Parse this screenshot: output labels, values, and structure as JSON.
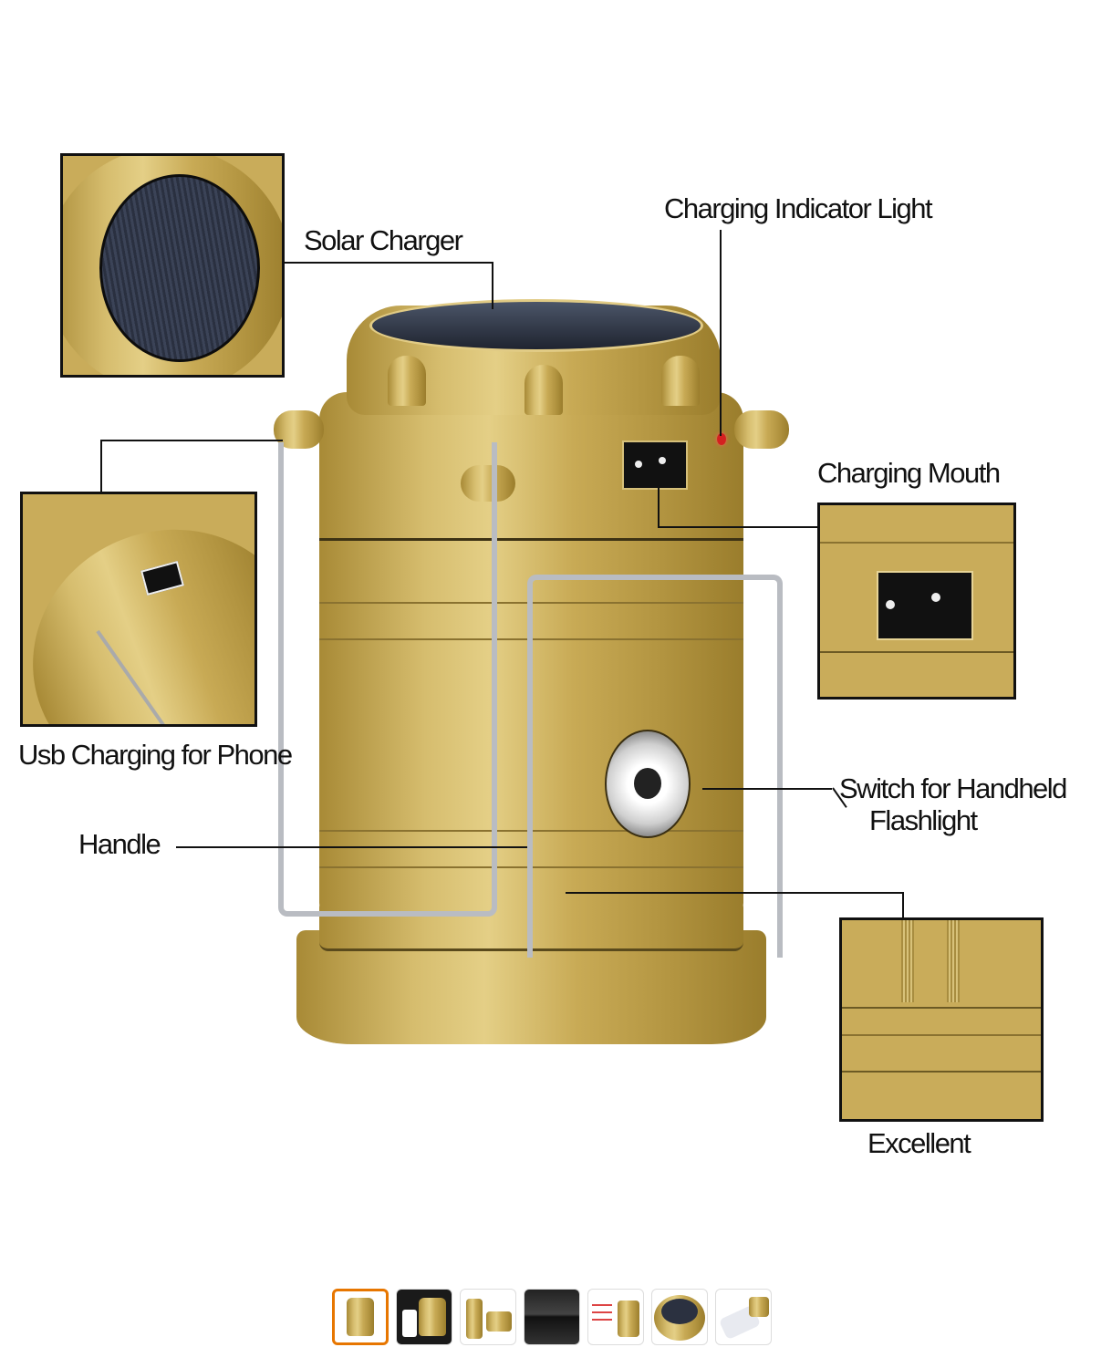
{
  "product": {
    "labels": {
      "solar_charger": "Solar Charger",
      "charging_indicator": "Charging Indicator Light",
      "charging_mouth": "Charging Mouth",
      "usb_charging": "Usb Charging for Phone",
      "handle": "Handle",
      "switch_line1": "Switch for Handheld",
      "switch_line2": "Flashlight",
      "excellent": "Excellent"
    },
    "colors": {
      "gold": "#c9ac5a",
      "solar_panel": "#2b3140",
      "indicator_red": "#d42020",
      "thumb_active_border": "#e77600"
    }
  },
  "thumbnails": [
    {
      "id": "thumb-1",
      "kind": "annotated-lantern",
      "active": true
    },
    {
      "id": "thumb-2",
      "kind": "phone-charging",
      "active": false
    },
    {
      "id": "thumb-3",
      "kind": "lantern-extended",
      "active": false
    },
    {
      "id": "thumb-4",
      "kind": "night-use",
      "active": false
    },
    {
      "id": "thumb-5",
      "kind": "features-text",
      "active": false
    },
    {
      "id": "thumb-6",
      "kind": "solar-panel-closeup",
      "active": false
    },
    {
      "id": "thumb-7",
      "kind": "lantern-side",
      "active": false
    }
  ]
}
